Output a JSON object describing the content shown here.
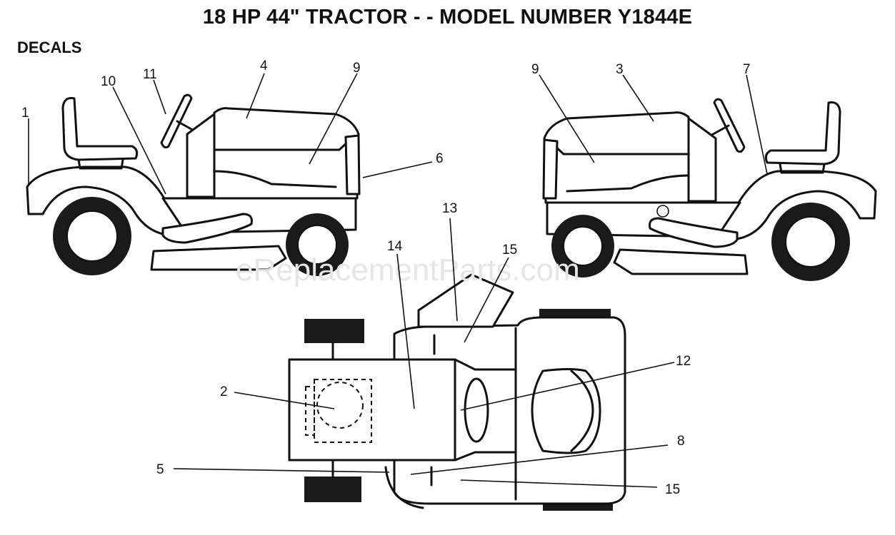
{
  "header": {
    "title": "18 HP 44\" TRACTOR - - MODEL NUMBER Y1844E",
    "subtitle": "DECALS"
  },
  "watermark": "eReplacementParts.com",
  "callouts": [
    "1",
    "2",
    "3",
    "4",
    "5",
    "6",
    "7",
    "8",
    "9",
    "9",
    "10",
    "11",
    "12",
    "13",
    "14",
    "15",
    "15"
  ]
}
